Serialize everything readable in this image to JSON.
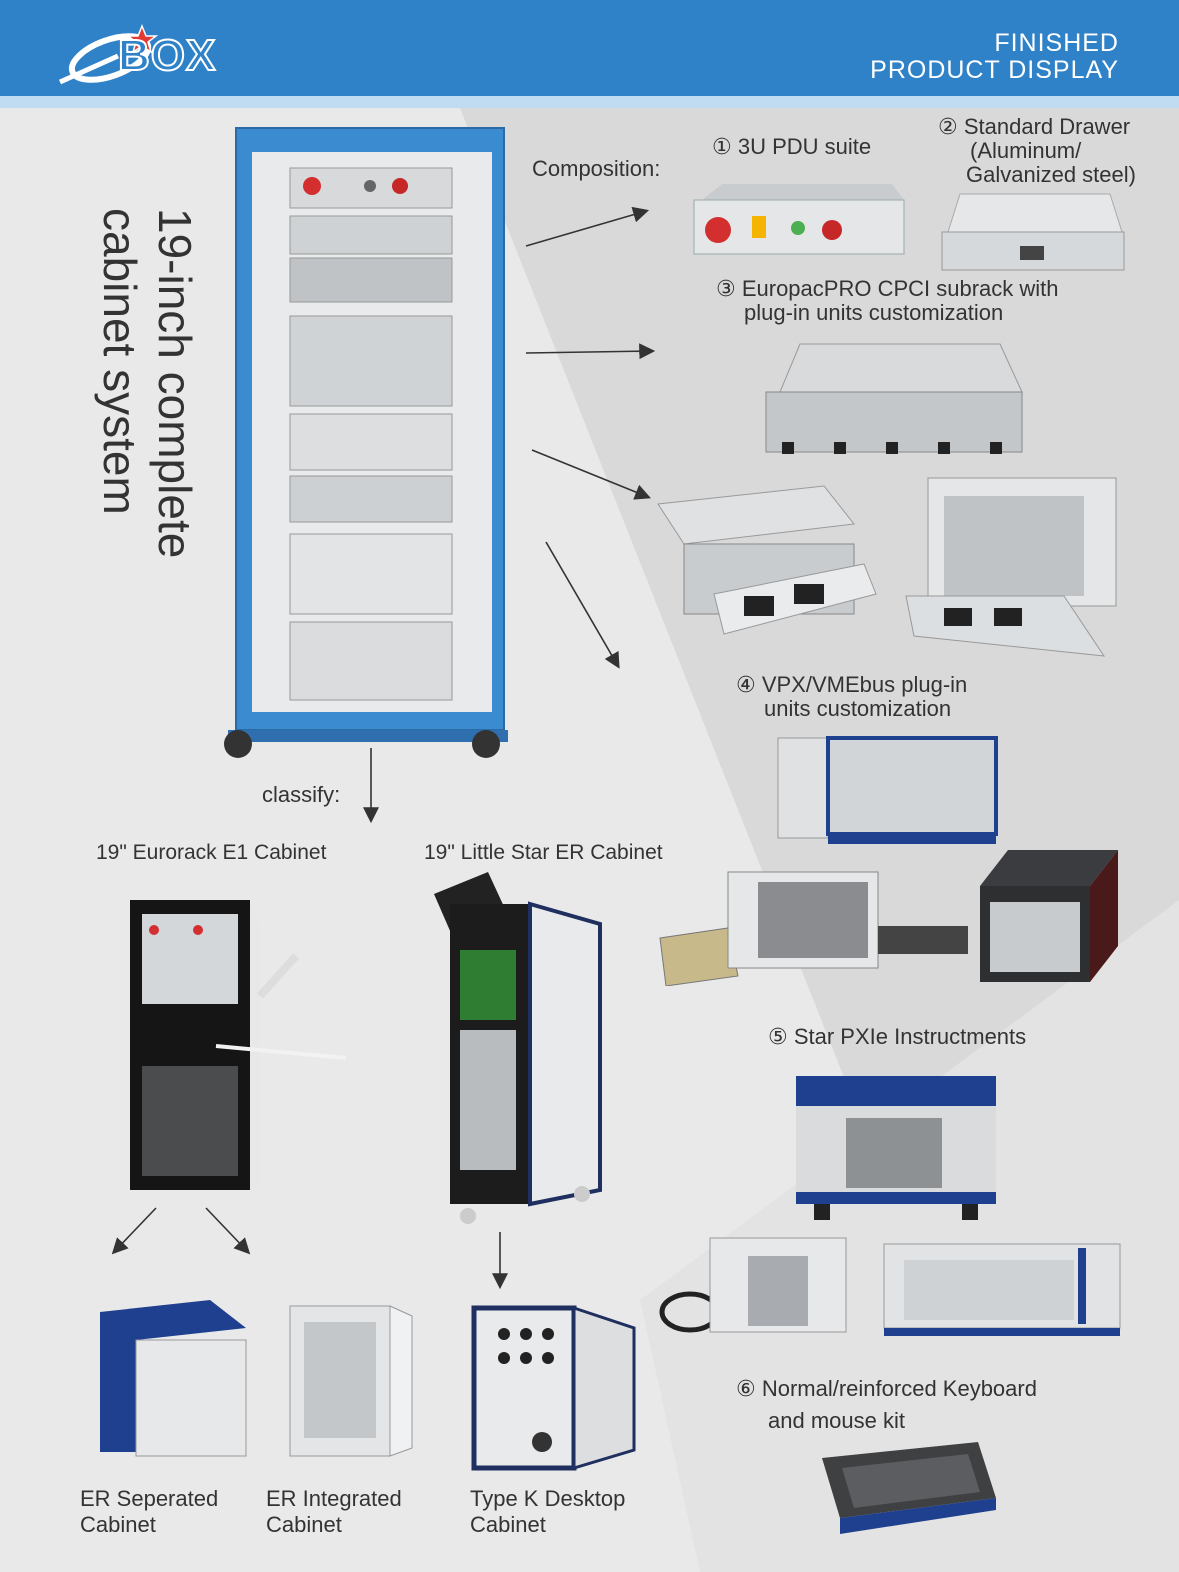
{
  "header": {
    "brand": "BOX",
    "title_line1": "FINISHED",
    "title_line2": "PRODUCT DISPLAY"
  },
  "main_title": "19-inch complete\ncabinet system",
  "composition_label": "Composition:",
  "classify_label": "classify:",
  "items": {
    "pdu": "① 3U PDU suite",
    "drawer_line1": "② Standard Drawer",
    "drawer_line2": "(Aluminum/",
    "drawer_line3": "Galvanized steel)",
    "europac_line1": "③ EuropacPRO CPCI subrack with",
    "europac_line2": "plug-in units customization",
    "vpx_line1": "④ VPX/VMEbus plug-in",
    "vpx_line2": "units customization",
    "pxie": "⑤ Star PXIe Instructments",
    "kbd_line1": "⑥ Normal/reinforced Keyboard",
    "kbd_line2": "and mouse kit"
  },
  "cabinets": {
    "e1": "19\" Eurorack E1 Cabinet",
    "er": "19\" Little Star ER Cabinet",
    "er_sep_line1": "ER Seperated",
    "er_sep_line2": "Cabinet",
    "er_int_line1": "ER Integrated",
    "er_int_line2": "Cabinet",
    "typek_line1": "Type K Desktop",
    "typek_line2": "Cabinet"
  },
  "colors": {
    "header_blue": "#2f82c8",
    "cabinet_blue": "#3a8bd0",
    "navy": "#1f3f8f"
  }
}
